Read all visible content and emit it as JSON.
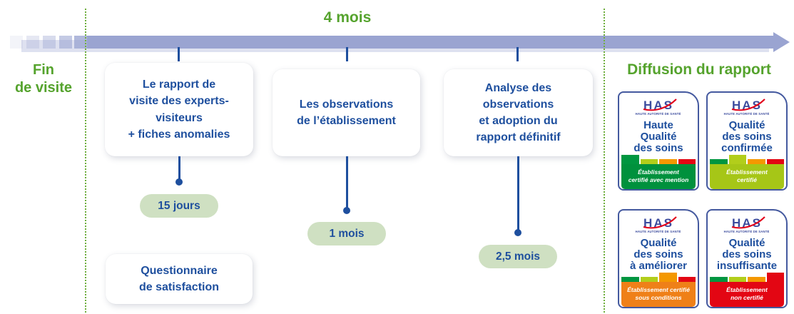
{
  "colors": {
    "green_text": "#55a32d",
    "dark_blue": "#1e4f9e",
    "timeline_bar": "#9aa4d1",
    "pill_bg": "#cfe0c2",
    "dotted_line": "#6fae3e",
    "scale": [
      "#009640",
      "#b2ce1b",
      "#f49800",
      "#e30613"
    ]
  },
  "timeline": {
    "duration_label": "4 mois",
    "start_label": "Fin\nde visite",
    "end_title": "Diffusion du rapport"
  },
  "steps": [
    {
      "text": "Le rapport de\nvisite des experts-\nvisiteurs\n+ fiches anomalies",
      "delay": "15 jours"
    },
    {
      "text": "Les observations\nde l’établissement",
      "delay": "1 mois"
    },
    {
      "text": "Analyse des\nobservations\net adoption du\nrapport définitif",
      "delay": "2,5 mois"
    }
  ],
  "extra_card": {
    "text": "Questionnaire\nde satisfaction"
  },
  "has_logo": {
    "text": "HAS",
    "caption": "HAUTE AUTORITÉ DE SANTÉ"
  },
  "badges": [
    {
      "title": "Haute\nQualité\ndes soins",
      "banner": "Établissement\ncertifié avec mention",
      "banner_color": "#00913d",
      "active": 0
    },
    {
      "title": "Qualité\ndes soins\nconfirmée",
      "banner": "Établissement\ncertifié",
      "banner_color": "#a6c617",
      "active": 1
    },
    {
      "title": "Qualité\ndes soins\nà améliorer",
      "banner": "Établissement certifié\nsous conditions",
      "banner_color": "#ef8018",
      "active": 2
    },
    {
      "title": "Qualité\ndes soins\ninsuffisante",
      "banner": "Établissement\nnon certifié",
      "banner_color": "#e30613",
      "active": 3
    }
  ]
}
